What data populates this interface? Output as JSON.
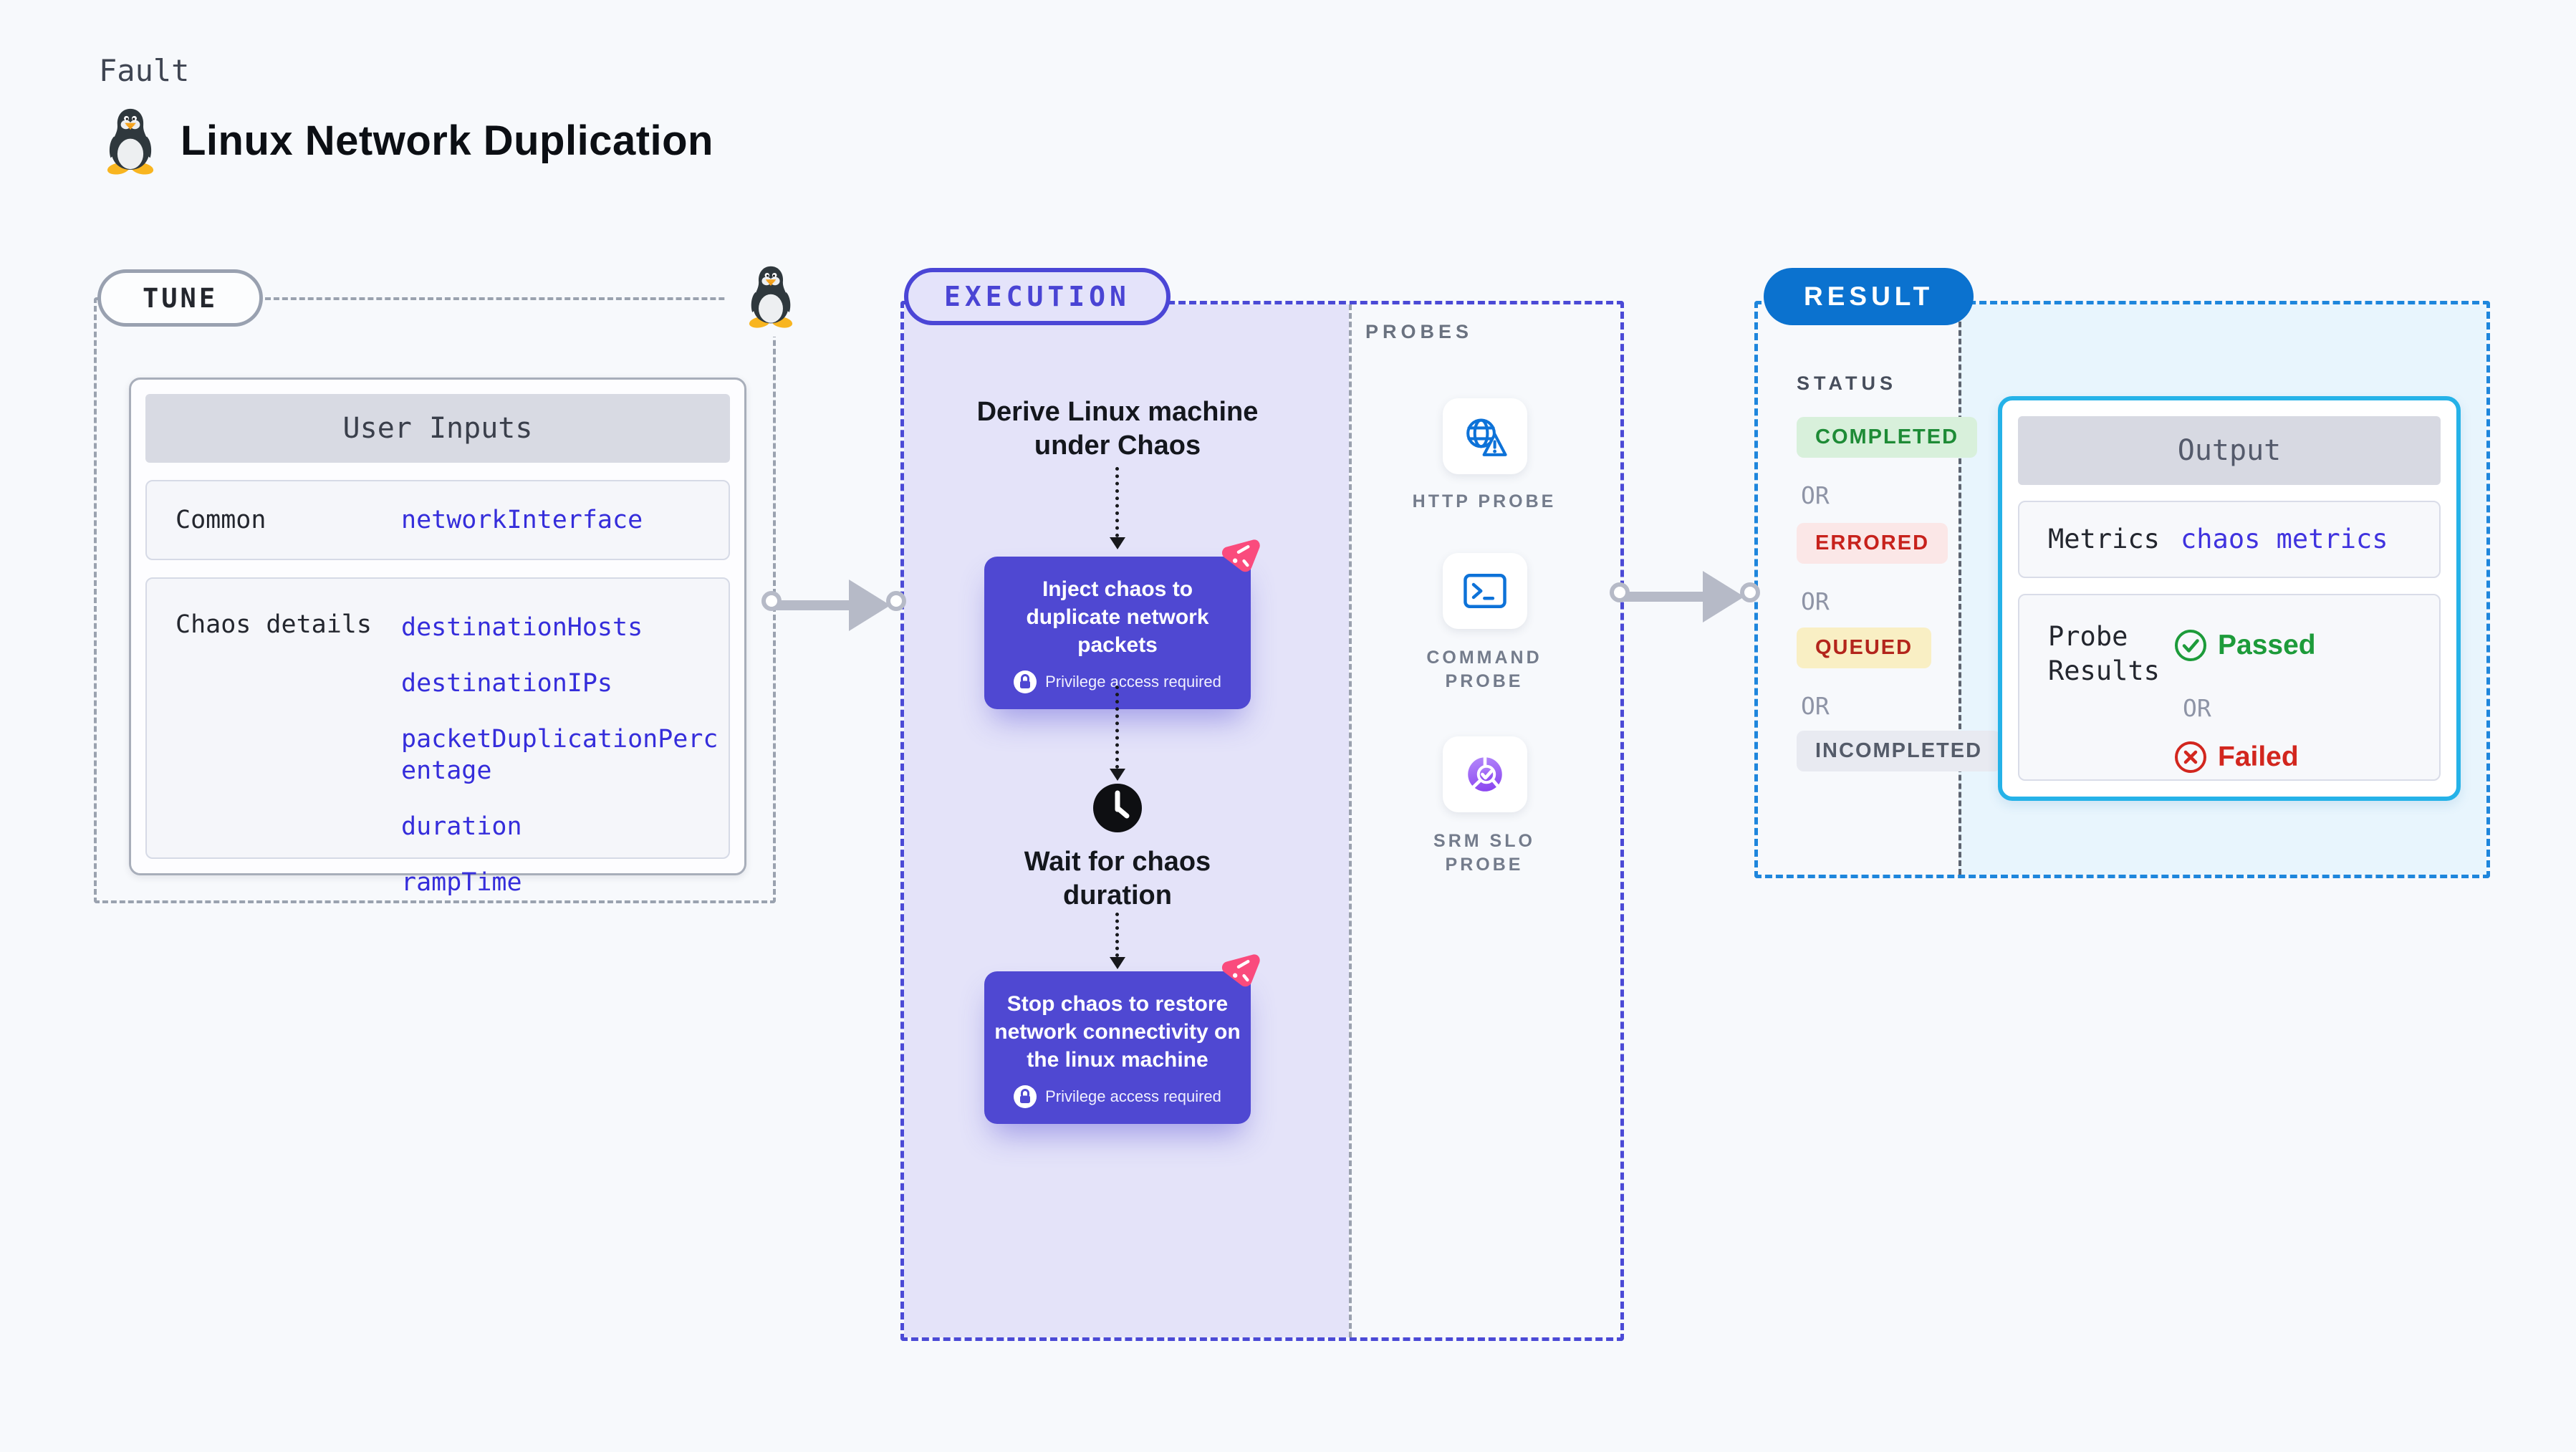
{
  "header": {
    "kicker": "Fault",
    "title": "Linux Network Duplication"
  },
  "tune": {
    "pill": "TUNE",
    "user_inputs": {
      "header": "User Inputs",
      "rows": [
        {
          "label": "Common",
          "values": [
            "networkInterface"
          ]
        },
        {
          "label": "Chaos details",
          "values": [
            "destinationHosts",
            "destinationIPs",
            "packetDuplicationPercentage",
            "duration",
            "rampTime"
          ]
        }
      ]
    }
  },
  "execution": {
    "pill": "EXECUTION",
    "derive_step": "Derive Linux machine under Chaos",
    "inject_step": "Inject chaos to duplicate network packets",
    "wait_step": "Wait for chaos duration",
    "stop_step": "Stop chaos to restore network connectivity on the linux machine",
    "privilege_note": "Privilege access required",
    "probes": {
      "label": "PROBES",
      "items": [
        {
          "name": "HTTP PROBE",
          "icon": "globe-alert-icon"
        },
        {
          "name": "COMMAND PROBE",
          "icon": "terminal-icon"
        },
        {
          "name": "SRM SLO PROBE",
          "icon": "slo-pie-check-icon"
        }
      ]
    }
  },
  "result": {
    "pill": "RESULT",
    "status": {
      "label": "STATUS",
      "or": "OR",
      "badges": [
        {
          "text": "COMPLETED",
          "type": "completed",
          "bg": "#d8f0db",
          "color": "#1e8b36"
        },
        {
          "text": "ERRORED",
          "type": "errored",
          "bg": "#fbe7e7",
          "color": "#c7221c"
        },
        {
          "text": "QUEUED",
          "type": "queued",
          "bg": "#f9efc4",
          "color": "#b3251c"
        },
        {
          "text": "INCOMPLETED",
          "type": "incompleted",
          "bg": "#e8eaf1",
          "color": "#545b69"
        }
      ]
    },
    "output": {
      "header": "Output",
      "metrics_label": "Metrics",
      "metrics_value": "chaos metrics",
      "probe_results_label": "Probe Results",
      "passed": "Passed",
      "or": "OR",
      "failed": "Failed"
    }
  },
  "colors": {
    "page_bg": "#f7f9fc",
    "execution_fill": "#e4e3f9",
    "execution_border": "#4b4ad6",
    "result_border": "#1e86dc",
    "result_fill": "#e8f5fd",
    "node_purple": "#4f48d2",
    "harness_pink": "#fa4b7d",
    "param_blue": "#352ddb",
    "passed_green": "#1d9b3a",
    "failed_red": "#d2261e",
    "result_pill_blue": "#0b72cf",
    "probe_icon_blue": "#0d72d8"
  }
}
